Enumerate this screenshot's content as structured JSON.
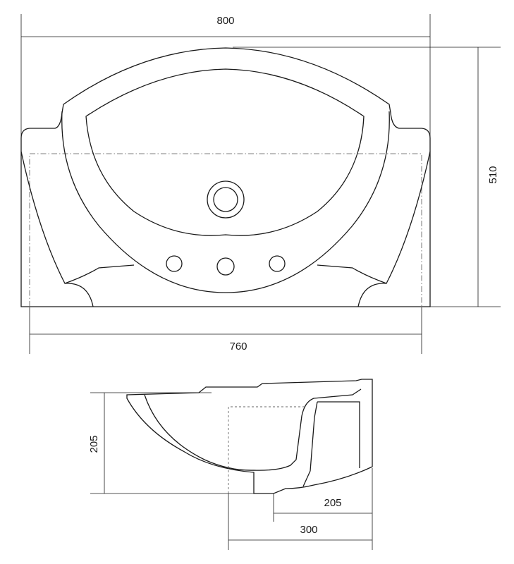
{
  "top_view": {
    "width_overall": "800",
    "depth_overall": "510",
    "width_inner": "760"
  },
  "side_view": {
    "height": "205",
    "drain_offset": "205",
    "mount_depth": "300"
  }
}
